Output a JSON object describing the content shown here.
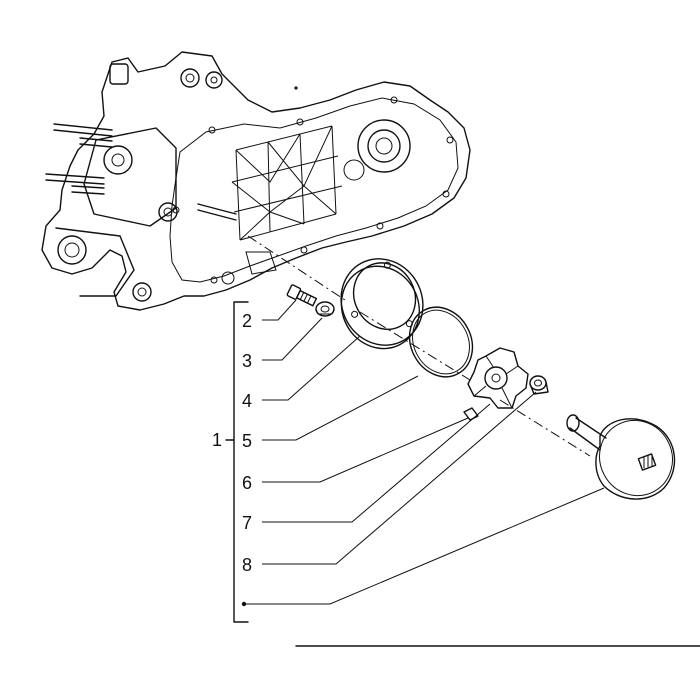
{
  "labels": {
    "assembly": "1",
    "part2": "2",
    "part3": "3",
    "part4": "4",
    "part5": "5",
    "part6": "6",
    "part7": "7",
    "part8": "8"
  }
}
